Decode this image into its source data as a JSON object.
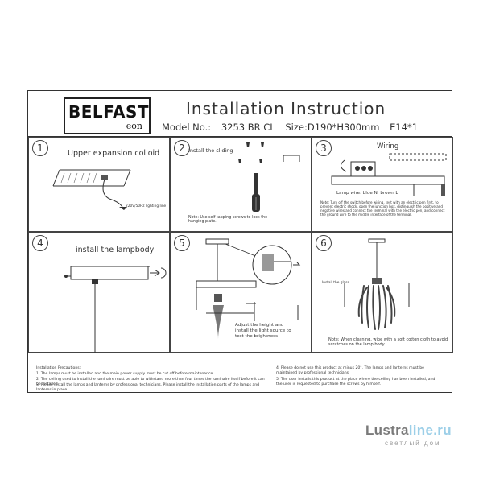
{
  "logo": {
    "brand": "BELFAST",
    "sub": "eon"
  },
  "header": {
    "title": "Installation Instruction",
    "model_label": "Model No.:",
    "model_value": "3253 BR CL",
    "size": "Size:D190*H300mm",
    "bulb": "E14*1"
  },
  "steps": [
    {
      "num": "1",
      "caption": "Upper expansion colloid",
      "line_label": "220V/50Hz lighting line"
    },
    {
      "num": "2",
      "caption": "Install the sliding",
      "note": "Note: Use self-tapping screws to lock the hanging plate."
    },
    {
      "num": "3",
      "caption": "Wiring",
      "wire_label": "Lamp wire: blue N, brown L",
      "note": "Note: Turn off the switch before wiring, test with an electric pen first, to prevent electric shock, open the junction box, distinguish the positive and negative wires and connect the terminal with the electric pen, and connect the ground wire to the middle interface of the terminal."
    },
    {
      "num": "4",
      "caption": "install the lampbody"
    },
    {
      "num": "5",
      "caption": "Adjust the height and install the light source to test the brightness"
    },
    {
      "num": "6",
      "caption": "Install the glass",
      "note": "Note: When cleaning, wipe with a soft cotton cloth to avoid scratches on the lamp body"
    }
  ],
  "precautions": {
    "heading": "Installation Precautions:",
    "left": [
      "1. The lamps must be installed and the main power supply must be cut off before maintenance.",
      "2. The ceiling used to install the luminaire must be able to withstand more than four times the luminaire itself before it can be installed.",
      "3. Please install the lamps and lanterns by professional technicians. Please install the installation parts of the lamps and lanterns in place."
    ],
    "right": [
      "4. Please do not use this product at minus 20°. The lamps and lanterns must be maintained by professional technicians.",
      "5. The user installs this product at the place where the ceiling has been installed, and the user is requested to purchase the screws by himself."
    ]
  },
  "watermark": {
    "part1": "Lustra",
    "part2": "line.ru",
    "sub": "светлый дом"
  }
}
